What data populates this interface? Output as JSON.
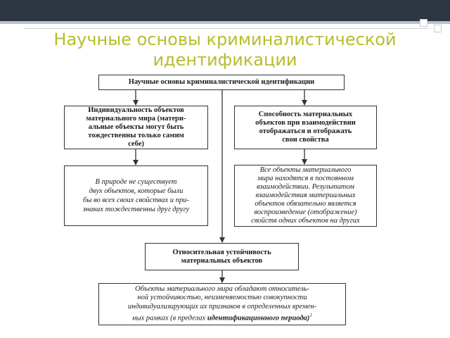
{
  "title_lines": [
    "Научные основы криминалистической",
    "идентификации"
  ],
  "diagram": {
    "root": "Научные основы криминалистической идентификации",
    "left_principle": [
      "Индивидуальность объектов",
      "материального мира (матери-",
      "альные объекты могут быть",
      "тождественны только самим",
      "себе)"
    ],
    "right_principle": [
      "Способность материальных",
      "объектов при взаимодействии",
      "отображаться и отображать",
      "свои свойства"
    ],
    "left_explanation": [
      "В природе не существует",
      "двух объектов, которые были",
      "бы во всех своих свойствах и при-",
      "знаках тождественны друг другу"
    ],
    "right_explanation": [
      "Все объекты материального",
      "мира находятся в постоянном",
      "взаимодействии. Результатом",
      "взаимодействия материальных",
      "объектов обязательно является",
      "воспроизведение (отображение)",
      "свойств одних объектов на других"
    ],
    "stability": [
      "Относительная устойчивость",
      "материальных объектов"
    ],
    "stability_explanation": {
      "lines": [
        "Объекты материального мира обладают относитель-",
        "ной устойчивостью, неизменяемостью совокупности",
        "индивидуализирующих их признаков в определенных времен-"
      ],
      "last_line_prefix": "ных рамках (в пределах ",
      "last_line_bold": "идентификационного периода)",
      "footnote": "1"
    }
  }
}
